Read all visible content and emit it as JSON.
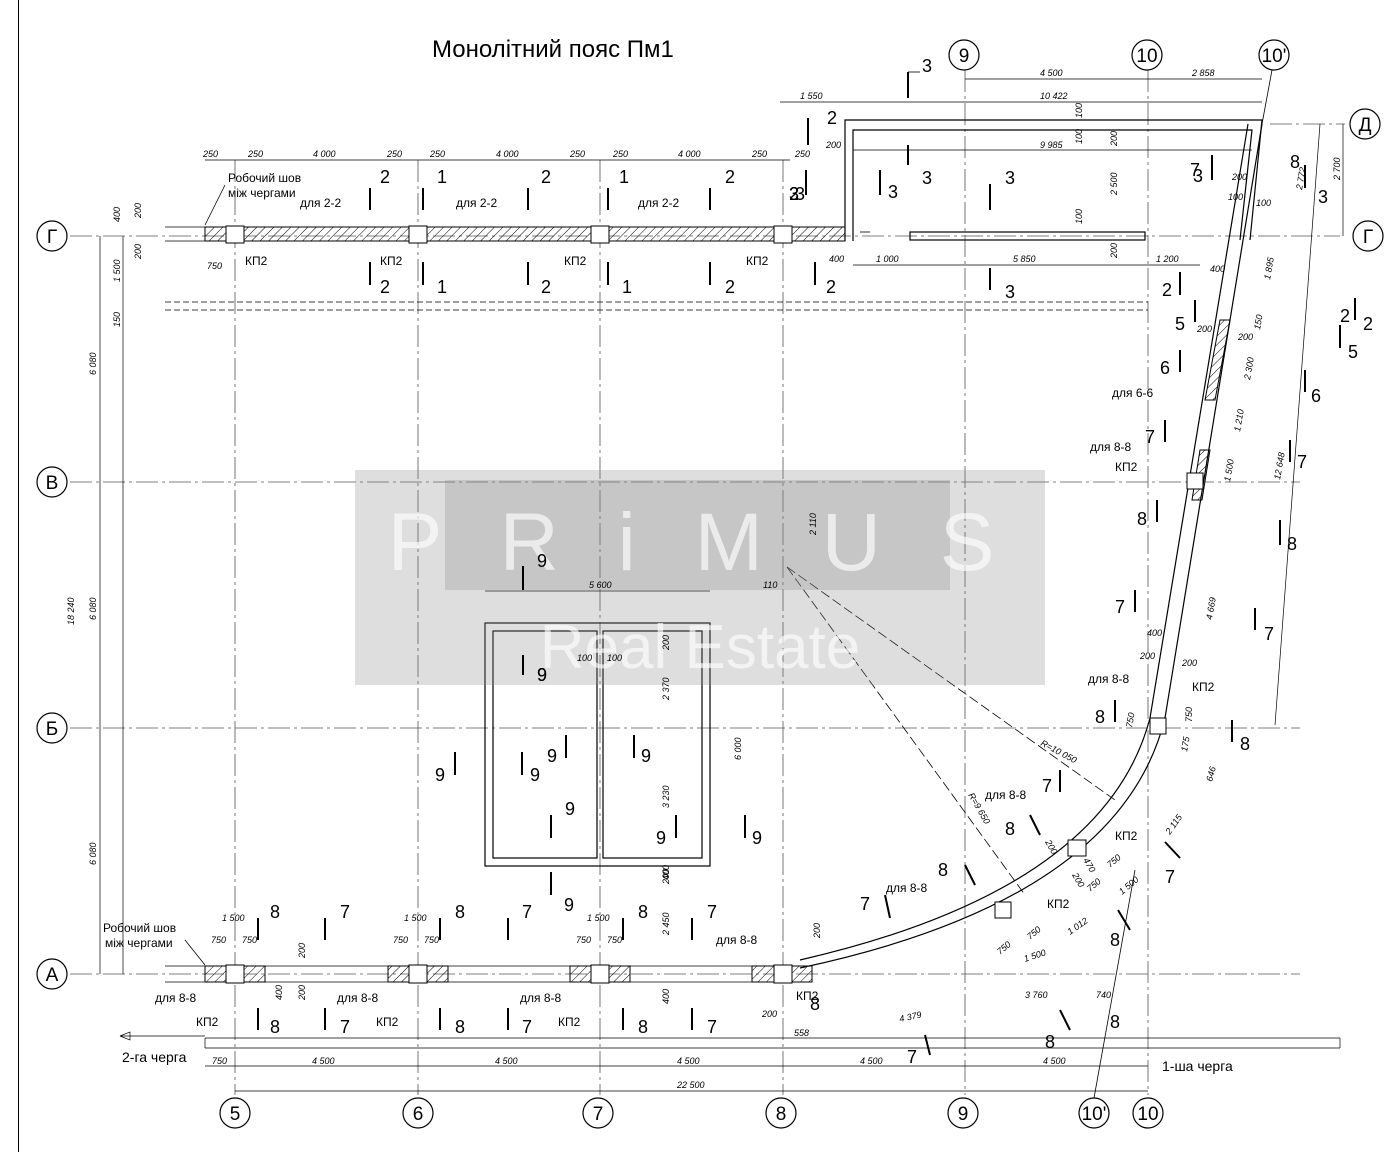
{
  "title": "Монолітний пояс Пм1",
  "axes": {
    "bottom": [
      "5",
      "6",
      "7",
      "8",
      "9",
      "10'",
      "10"
    ],
    "top": [
      "9",
      "10",
      "10'"
    ],
    "left": [
      "Г",
      "В",
      "Б",
      "А"
    ],
    "right": [
      "Д",
      "Г"
    ]
  },
  "notes": {
    "work_seam": [
      "Робочий шов",
      "між чергами"
    ],
    "queue_second": "2-га черга",
    "queue_first": "1-ша черга"
  },
  "labels": {
    "kp2": "КП2",
    "for_2_2": "для 2-2",
    "for_8_8": "для 8-8",
    "for_6_6": "для 6-6",
    "radius_outer": "R=10 050",
    "radius_inner": "R=9 650"
  },
  "dimensions": {
    "bottom_chain": [
      "750",
      "4 500",
      "4 500",
      "4 500",
      "4 500",
      "4 500"
    ],
    "bottom_total": "22 500",
    "left_chain": [
      "6 080",
      "6 080",
      "6 080"
    ],
    "left_total": "18 240",
    "left_small": [
      "400",
      "200",
      "1 500",
      "200",
      "150"
    ],
    "top_row": [
      "250",
      "250",
      "4 000",
      "250",
      "250",
      "4 000",
      "250",
      "250",
      "4 000",
      "250",
      "250"
    ],
    "top_right": [
      "4 500",
      "2 858",
      "1 550",
      "10 422",
      "9 985"
    ],
    "top_right_vertical": [
      "100",
      "200",
      "2 500",
      "100",
      "200",
      "100",
      "200"
    ],
    "right_vertical": [
      "2 700",
      "2 772",
      "1 895",
      "150",
      "2 300",
      "1 210",
      "1 500",
      "12 648",
      "4 669"
    ],
    "right_misc": [
      "200",
      "100",
      "100",
      "1 200",
      "400",
      "200",
      "200",
      "400",
      "200",
      "200",
      "750",
      "750",
      "175",
      "646"
    ],
    "mid_row": [
      "400",
      "1 000",
      "5 850",
      "200"
    ],
    "opening": [
      "5 600",
      "2 110",
      "110",
      "100",
      "100",
      "200",
      "2 370",
      "6 000",
      "3 230",
      "200",
      "2 450",
      "400"
    ],
    "bottom_beams": [
      "1 500",
      "750",
      "750",
      "1 500",
      "750",
      "750",
      "1 500",
      "750",
      "750"
    ],
    "bottom_misc": [
      "750",
      "200",
      "400",
      "200",
      "200",
      "400",
      "200",
      "558"
    ],
    "arc": [
      "4 379",
      "3 760",
      "740",
      "1 500",
      "750",
      "750",
      "1 012",
      "1 500",
      "750",
      "750",
      "2 115",
      "200",
      "200",
      "470"
    ]
  },
  "sections": {
    "top": [
      "3",
      "2",
      "3",
      "3",
      "3",
      "3",
      "2",
      "2",
      "1",
      "2",
      "1",
      "2",
      "3",
      "2",
      "2",
      "1",
      "2",
      "1",
      "2",
      "2",
      "3",
      "2",
      "3",
      "3"
    ],
    "right": [
      "5",
      "2",
      "5",
      "6",
      "6",
      "7",
      "7",
      "8",
      "8",
      "7",
      "7",
      "8",
      "8",
      "7",
      "8",
      "7",
      "8",
      "7",
      "8",
      "8",
      "8",
      "7",
      "8",
      "7"
    ],
    "opening": [
      "9",
      "9",
      "9",
      "9",
      "9",
      "9",
      "9",
      "9",
      "9",
      "9",
      "9"
    ],
    "bottom": [
      "8",
      "7",
      "8",
      "7",
      "8",
      "7",
      "8",
      "8",
      "7",
      "8",
      "7",
      "8",
      "7"
    ]
  },
  "watermark": {
    "line1": "P R i M U S",
    "line2": "Real Estate"
  },
  "colors": {
    "line": "#000000",
    "axis": "#555555",
    "watermark": "#8a8a8a"
  }
}
